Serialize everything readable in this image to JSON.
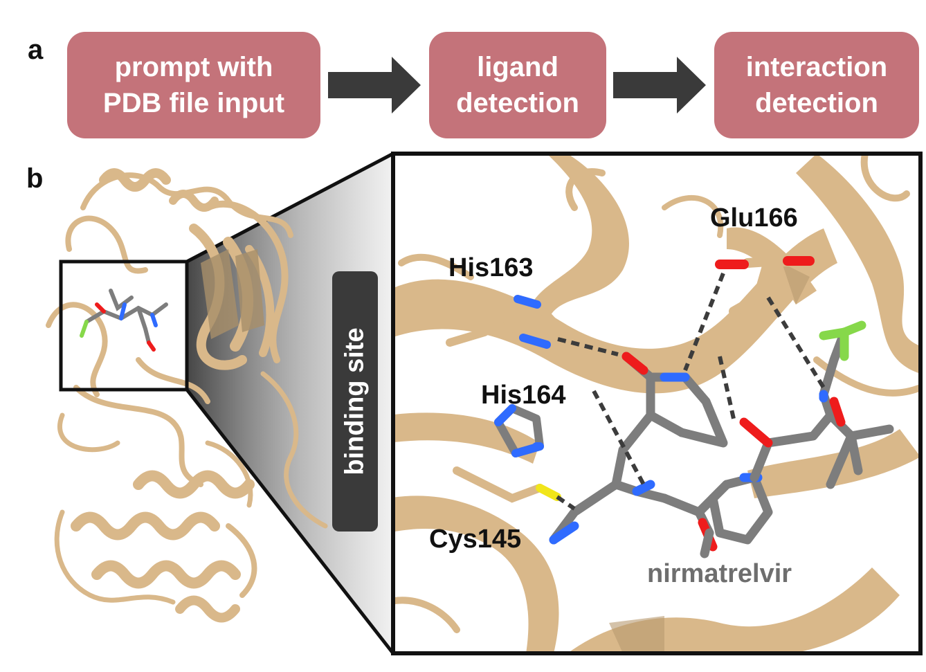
{
  "panels": {
    "a": "a",
    "b": "b"
  },
  "workflow": {
    "steps": [
      {
        "line1": "prompt with",
        "line2": "PDB file input"
      },
      {
        "line1": "ligand",
        "line2": "detection"
      },
      {
        "line1": "interaction",
        "line2": "detection"
      }
    ]
  },
  "zoom": {
    "label": "binding site"
  },
  "residues": {
    "his163": "His163",
    "his164": "His164",
    "glu166": "Glu166",
    "cys145": "Cys145"
  },
  "ligand": {
    "name": "nirmatrelvir"
  },
  "colors": {
    "box_fill": "#c4737a",
    "protein": "#d9b88a",
    "carbon": "#7d7d7d",
    "nitrogen": "#2f6bff",
    "oxygen": "#ee1c1c",
    "sulfur": "#f1e51a",
    "fluorine": "#86d84a",
    "arrow": "#3a3a3a"
  }
}
